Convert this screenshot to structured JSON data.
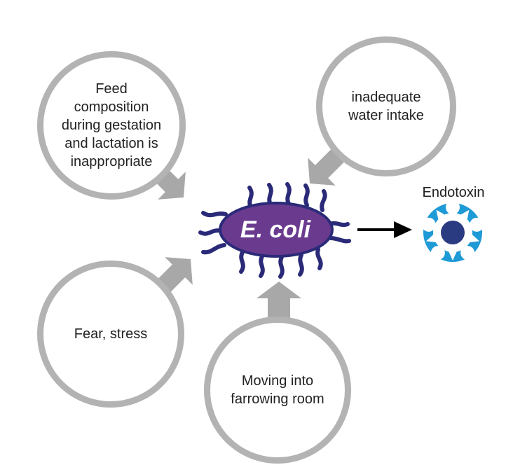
{
  "center": {
    "label": "E. coli"
  },
  "causes": [
    {
      "id": "feed",
      "label": "Feed\ncomposition\nduring gestation\nand lactation is\ninappropriate"
    },
    {
      "id": "water",
      "label": "inadequate\nwater intake"
    },
    {
      "id": "fear",
      "label": "Fear, stress"
    },
    {
      "id": "moving",
      "label": "Moving into\nfarrowing room"
    }
  ],
  "result": {
    "label": "Endotoxin"
  },
  "colors": {
    "ecoli": "#6a3a8f",
    "ecoli_legs": "#2a2a78",
    "circle_border": "#b3b3b3",
    "arrow_gray": "#a8a8a8",
    "endotoxin_blue": "#1e9ad6",
    "endotoxin_core": "#2b3b82"
  }
}
